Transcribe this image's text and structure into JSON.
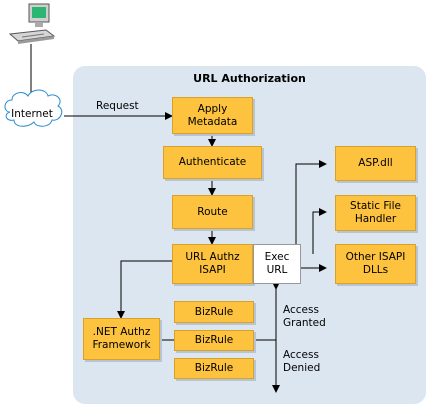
{
  "title": "URL Authorization",
  "internet": "Internet",
  "request_label": "Request",
  "boxes": {
    "apply_metadata": "Apply\nMetadata",
    "authenticate": "Authenticate",
    "route": "Route",
    "url_authz_isapi": "URL Authz\nISAPI",
    "exec_url": "Exec\nURL",
    "asp_dll": "ASP.dll",
    "static_file_handler": "Static File\nHandler",
    "other_isapi_dlls": "Other ISAPI\nDLLs",
    "net_authz_framework": ".NET Authz\nFramework",
    "bizrule_1": "BizRule",
    "bizrule_2": "BizRule",
    "bizrule_3": "BizRule"
  },
  "access_granted": "Access\nGranted",
  "access_denied": "Access\nDenied",
  "colors": {
    "box_fill": "#fdc23e",
    "panel_fill": "#dce6f1",
    "exec_fill": "#ffffff"
  }
}
